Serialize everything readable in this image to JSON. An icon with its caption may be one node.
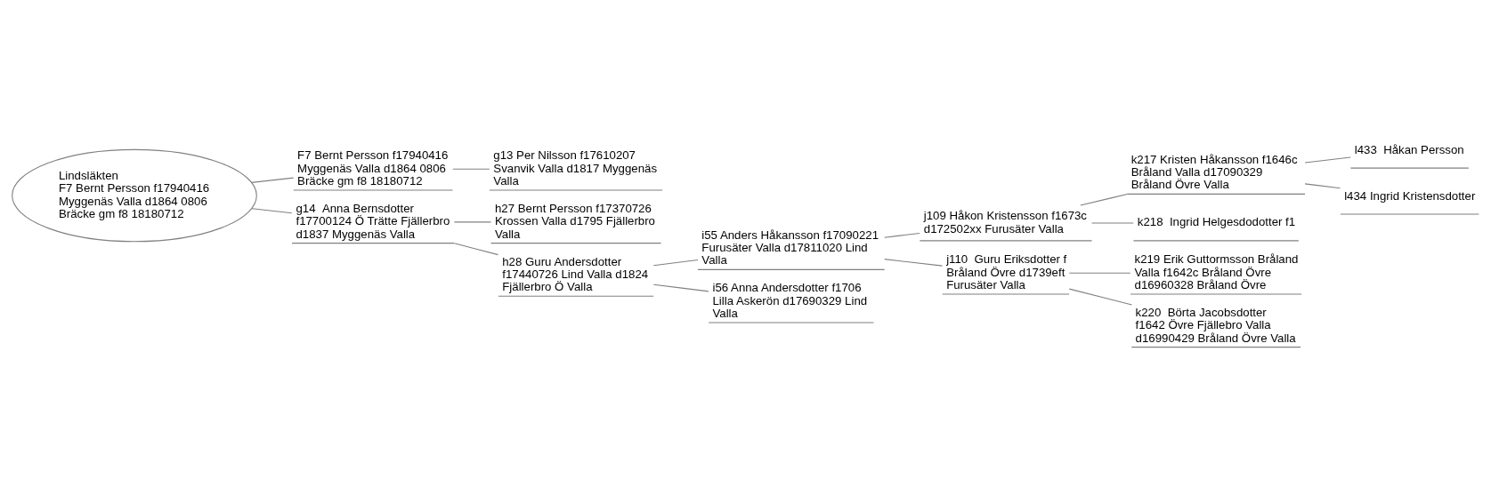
{
  "diagram": {
    "nodes": [
      {
        "text": [
          "Lindsläkten",
          "F7 Bernt Persson f17940416 Myggenäs Valla d1864 0806 Bräcke gm f8 18180712"
        ]
      },
      {
        "text": [
          "F7 Bernt Persson f17940416 Myggenäs Valla d1864 0806 Bräcke gm f8 18180712"
        ]
      },
      {
        "text": [
          "g13 Per Nilsson f17610207 Svanvik Valla d1817 Myggenäs Valla"
        ]
      },
      {
        "text": [
          "g14  Anna Bernsdotter f17700124 Ö Trätte Fjällerbro d1837 Myggenäs Valla"
        ]
      },
      {
        "text": [
          "h27 Bernt Persson f17370726 Krossen Valla d1795 Fjällerbro Valla"
        ]
      },
      {
        "text": [
          "h28 Guru Andersdotter f17440726 Lind Valla d1824 Fjällerbro Ö Valla"
        ]
      },
      {
        "text": [
          "i55 Anders Håkansson f17090221 Furusäter Valla d17811020 Lind Valla"
        ]
      },
      {
        "text": [
          "i56 Anna Andersdotter f1706 Lilla Askerön d17690329 Lind Valla"
        ]
      },
      {
        "text": [
          "j109 Håkon Kristensson f1673c d172502xx Furusäter Valla"
        ]
      },
      {
        "text": [
          "j110  Guru Eriksdotter f Bråland Övre d1739eft Furusäter Valla"
        ]
      },
      {
        "text": [
          "k217 Kristen Håkansson f1646c  Bråland Valla d17090329 Bråland Övre Valla"
        ]
      },
      {
        "text": [
          "k218  Ingrid Helgesdodotter f1"
        ]
      },
      {
        "text": [
          "k219 Erik Guttormsson Bråland Valla f1642c Bråland Övre d16960328 Bråland Övre"
        ]
      },
      {
        "text": [
          "k220  Börta Jacobsdotter  f1642 Övre Fjällebro Valla d16990429 Bråland Övre Valla"
        ]
      },
      {
        "text": [
          "l433  Håkan Persson"
        ]
      },
      {
        "text": [
          "l434 Ingrid Kristensdotter"
        ]
      }
    ],
    "edges": [
      {
        "from": 0,
        "to": 1,
        "arrow": "none"
      },
      {
        "from": 1,
        "to": 2,
        "arrow": "none"
      },
      {
        "from": 0,
        "to": 3,
        "arrow": "none"
      },
      {
        "from": 3,
        "to": 4,
        "arrow": "none"
      },
      {
        "from": 3,
        "to": 5,
        "arrow": "none"
      },
      {
        "from": 5,
        "to": 6,
        "arrow": "none"
      },
      {
        "from": 5,
        "to": 7,
        "arrow": "none"
      },
      {
        "from": 6,
        "to": 8,
        "arrow": "none"
      },
      {
        "from": 6,
        "to": 9,
        "arrow": "none"
      },
      {
        "from": 8,
        "to": 10,
        "arrow": "none"
      },
      {
        "from": 8,
        "to": 11,
        "arrow": "none"
      },
      {
        "from": 10,
        "to": 14,
        "arrow": "none"
      },
      {
        "from": 10,
        "to": 15,
        "arrow": "none"
      },
      {
        "from": 9,
        "to": 12,
        "arrow": "none"
      },
      {
        "from": 9,
        "to": 13,
        "arrow": "none"
      }
    ]
  }
}
